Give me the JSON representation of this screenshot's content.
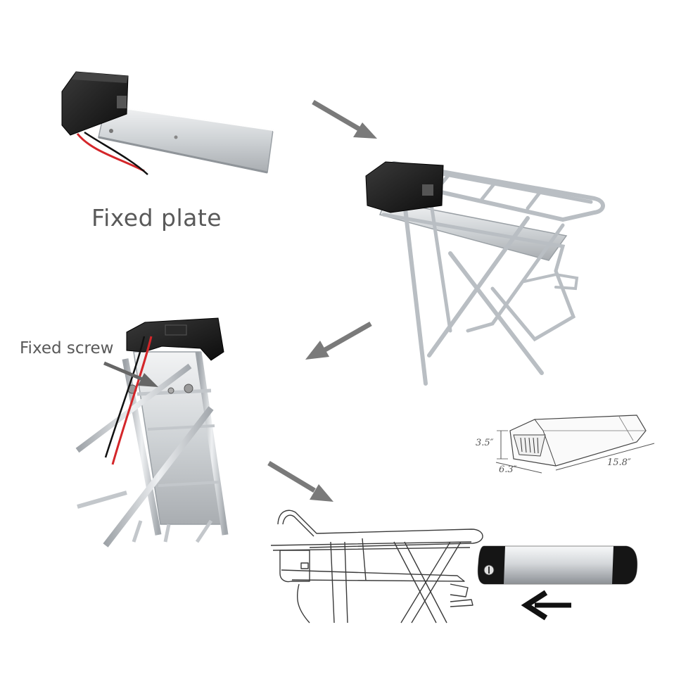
{
  "labels": {
    "fixed_plate": "Fixed plate",
    "fixed_screw": "Fixed screw"
  },
  "dimensions": {
    "height": "3.5″",
    "width": "6.3″",
    "length": "15.8″"
  },
  "colors": {
    "arrow": "#7a7a7a",
    "housing": "#1a1a1a",
    "plate": "#d9dcdf",
    "rack": "#bfc3c7",
    "wire_red": "#d4262a",
    "outline": "#3a3a3a"
  }
}
